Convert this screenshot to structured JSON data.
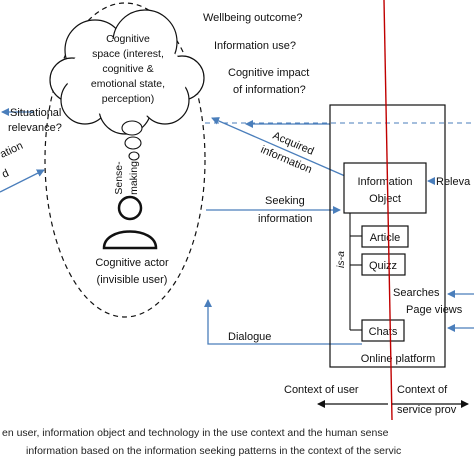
{
  "diagram": {
    "questions": {
      "wellbeing": "Wellbeing outcome?",
      "information_use": "Information use?",
      "cognitive_impact_line1": "Cognitive impact",
      "cognitive_impact_line2": "of information?",
      "situational_line1": "Situational",
      "situational_line2": "relevance?"
    },
    "cloud": {
      "line1": "Cognitive",
      "line2": "space (interest,",
      "line3": "cognitive &",
      "line4": "emotional state,",
      "line5": "perception)"
    },
    "sense_making": {
      "line1": "Sense-",
      "line2": "making"
    },
    "actor": {
      "line1": "Cognitive actor",
      "line2": "(invisible user)"
    },
    "arrows": {
      "acquired_line1": "Acquired",
      "acquired_line2": "information",
      "seeking_line1": "Seeking",
      "seeking_line2": "information",
      "dialogue": "Dialogue",
      "left_cut_line1": "ation",
      "left_cut_line2": "d"
    },
    "platform": {
      "info_object_line1": "Information",
      "info_object_line2": "Object",
      "article": "Article",
      "quiz": "Quizz",
      "chats": "Chats",
      "is_a": "is-a",
      "searches": "Searches",
      "page_views": "Page views",
      "relevance_cut": "Releva",
      "label": "Online platform"
    },
    "context": {
      "user": "Context of user",
      "service_line1": "Context of",
      "service_line2": "service prov"
    },
    "colors": {
      "arrow": "#4a7ebb",
      "red_line": "#c00000",
      "ink": "#111111"
    }
  },
  "caption": {
    "line1": "en user, information object and technology in the use context and the human sense",
    "line2": "information based on the information seeking patterns in the context of the servic"
  }
}
